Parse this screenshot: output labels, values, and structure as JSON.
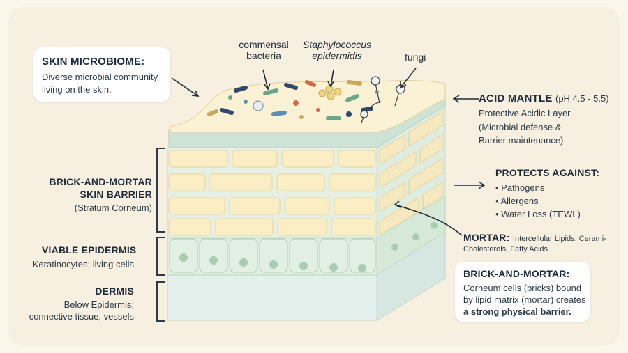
{
  "labels": {
    "commensal_line1": "commensal",
    "commensal_line2": "bacteria",
    "staph_line1": "Staphylococcus",
    "staph_line2": "epidermidis",
    "fungi": "fungi"
  },
  "microbiome": {
    "title": "SKIN MICROBIOME:",
    "line1": "Diverse microbial community",
    "line2": "living on the skin."
  },
  "acid_mantle": {
    "title": "ACID MANTLE",
    "ph": "(pH 4.5 - 5.5)",
    "line1": "Protective Acidic Layer",
    "line2": "(Microbial defense &",
    "line3": "Barrier maintenance)"
  },
  "barrier": {
    "title_line1": "BRICK-AND-MORTAR",
    "title_line2": "SKIN BARRIER",
    "sub": "(Stratum Corneum)"
  },
  "protects": {
    "title": "PROTECTS AGAINST:",
    "items": [
      "• Pathogens",
      "• Allergens",
      "• Water Loss (TEWL)"
    ]
  },
  "mortar": {
    "title": "MORTAR:",
    "line1": "Intercellular Lipids; Cerami-",
    "line2": "Cholesterols, Fatty Acids"
  },
  "epidermis": {
    "title": "VIABLE EPIDERMIS",
    "sub": "Keratinocytes; living cells"
  },
  "dermis": {
    "title": "DERMIS",
    "line1": "Below Epidermis;",
    "line2": "connective tissue, vessels"
  },
  "bm_box": {
    "title": "BRICK-AND-MORTAR:",
    "line1": "Corneum cells (bricks) bound",
    "line2": "by lipid matrix (mortar) creates",
    "line3": "a strong physical barrier."
  },
  "colors": {
    "background": "#f7efe0",
    "brick": "#fbeec4",
    "mortar": "#e6f0e4",
    "acid_layer": "#cfe2d6",
    "epidermis": "#e2efe3",
    "nucleus": "#a9cdb2",
    "dermis": "#e4f0ec",
    "ink": "#1d2b3b"
  }
}
